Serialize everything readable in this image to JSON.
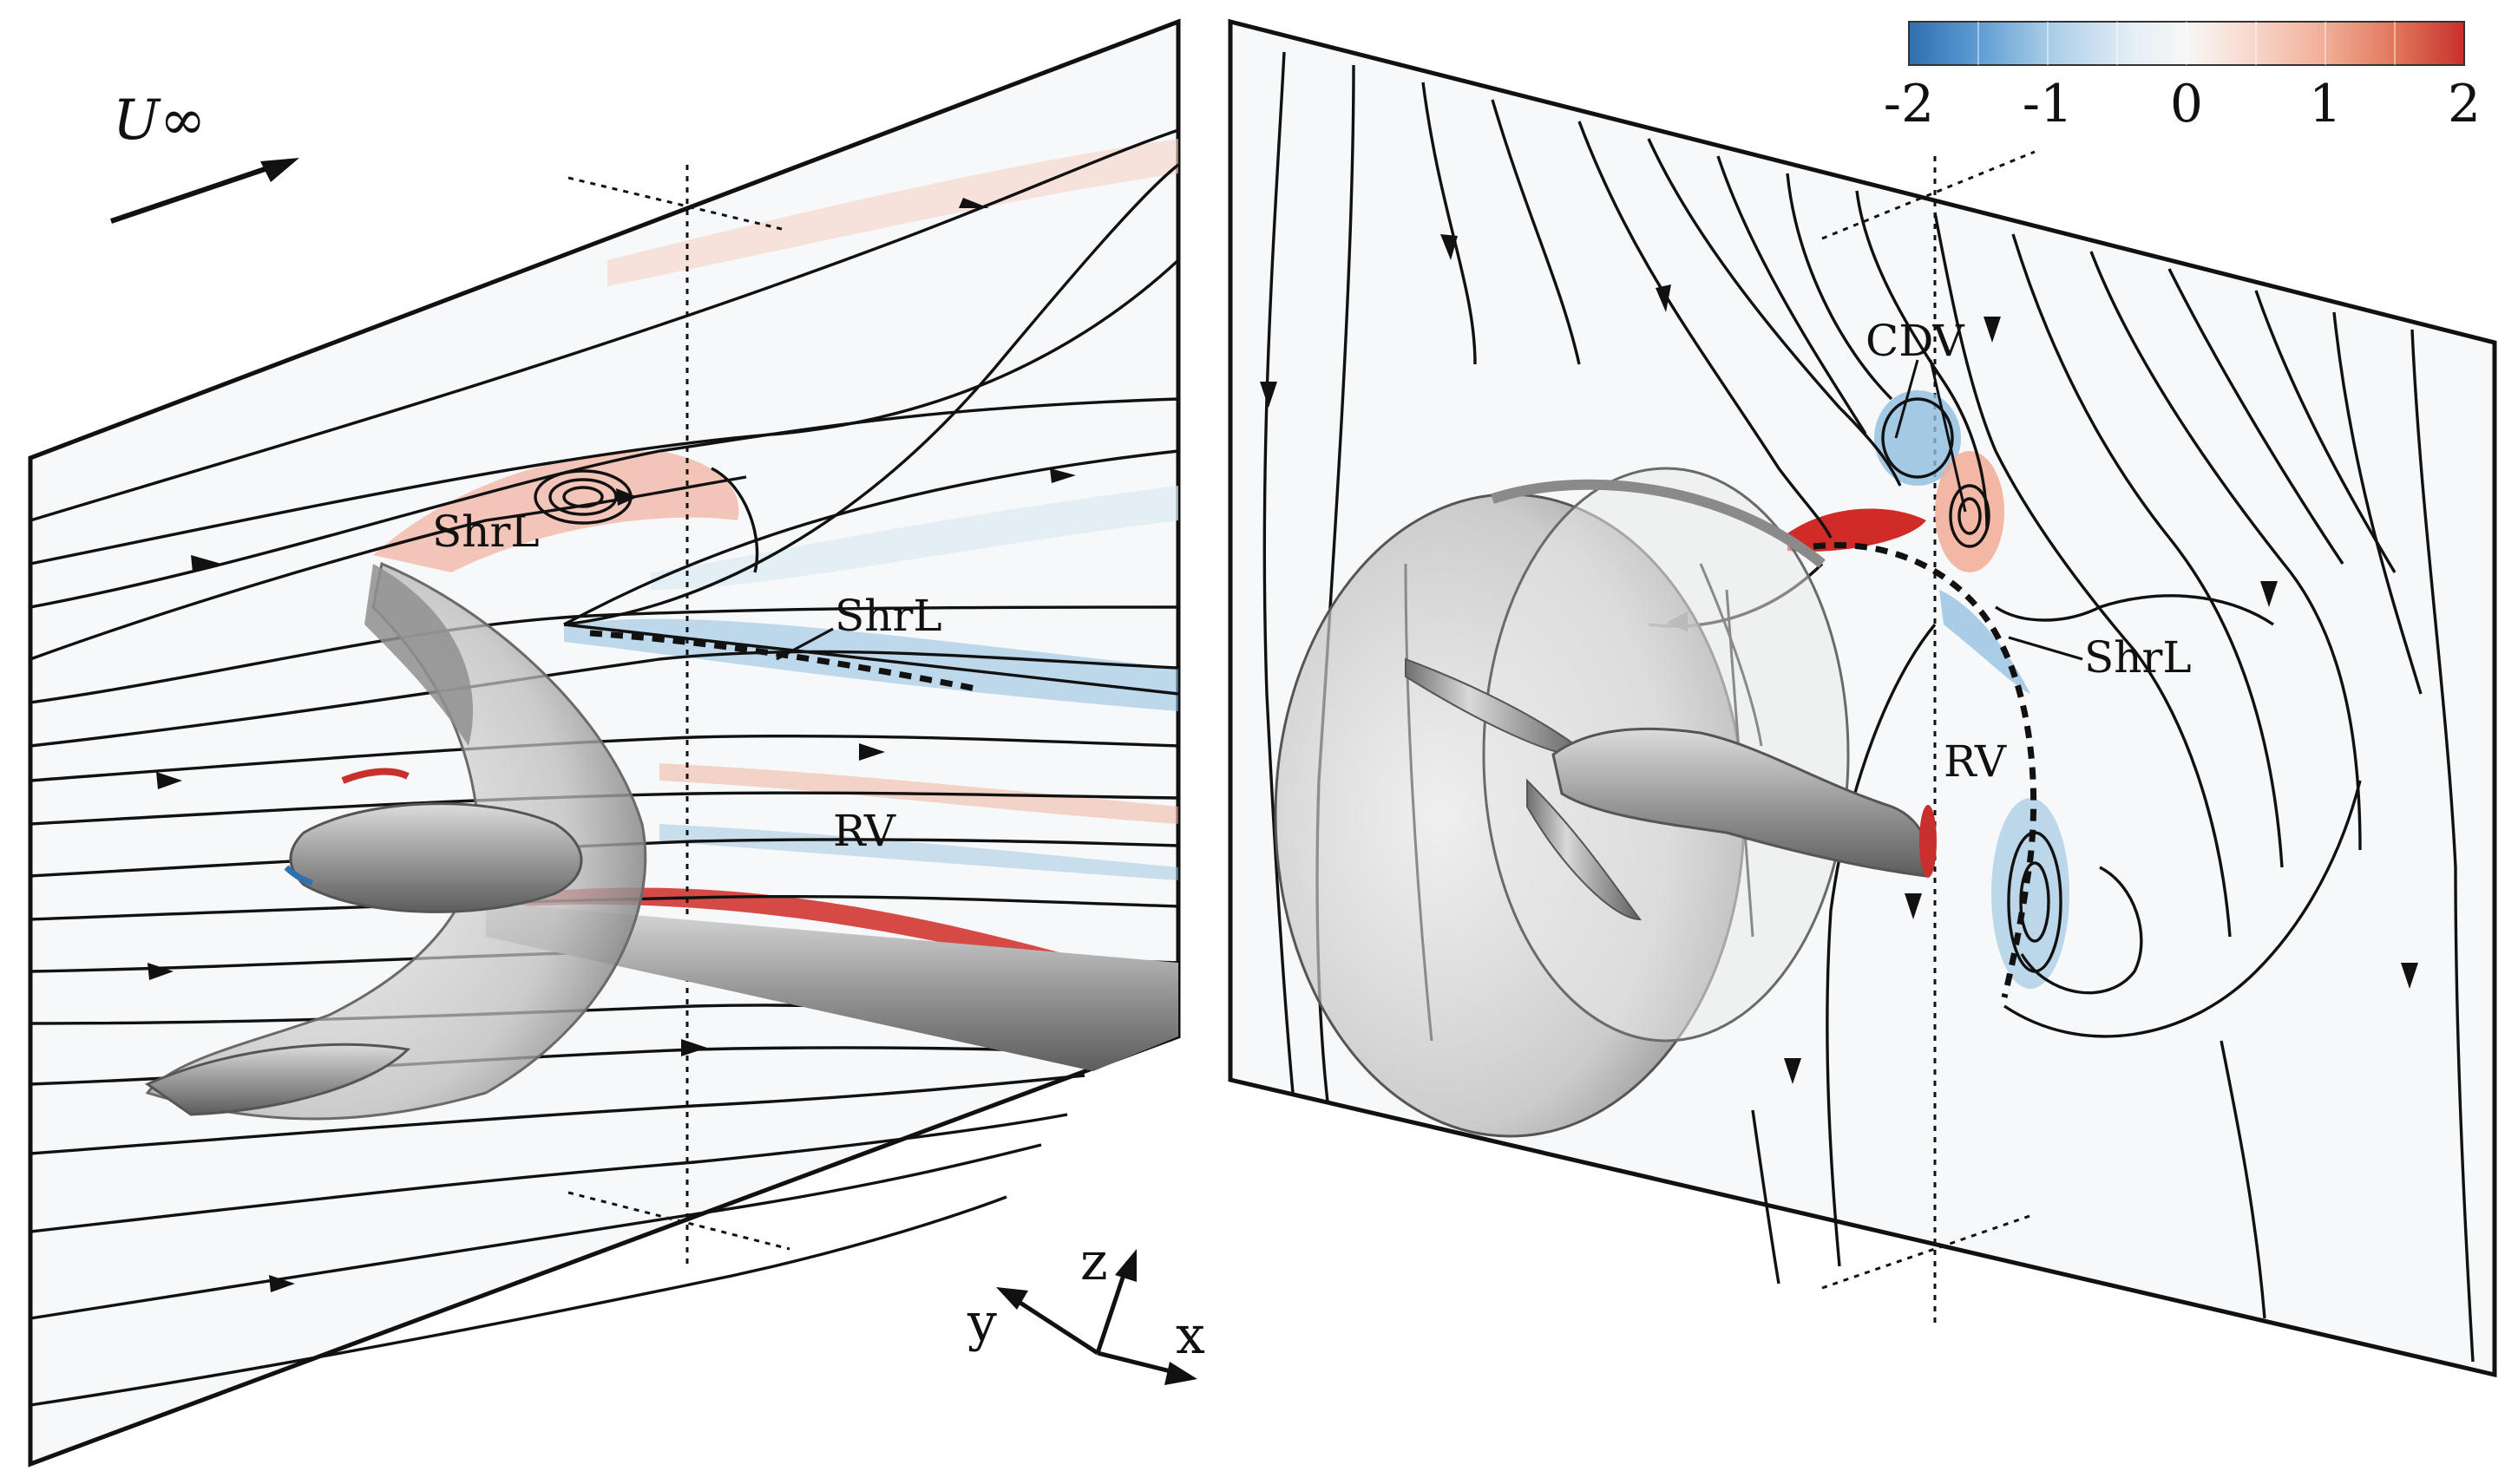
{
  "freestream_label": "U∞",
  "colorbar": {
    "ticks": [
      "-2",
      "-1",
      "0",
      "1",
      "2"
    ],
    "colors": [
      "#2f6fb2",
      "#5b9bd2",
      "#a8cce6",
      "#e4eef6",
      "#f7f7f7",
      "#f8ddd2",
      "#f2ad97",
      "#e07459",
      "#c8302d"
    ]
  },
  "left_panel": {
    "labels": {
      "shear_layer_top": "ShrL",
      "shear_layer_lower": "ShrL",
      "rv": "RV"
    }
  },
  "right_panel": {
    "labels": {
      "cdv": "CDV",
      "shear_layer": "ShrL",
      "rv": "RV"
    }
  },
  "axes": {
    "x": "x",
    "y": "y",
    "z": "z"
  }
}
